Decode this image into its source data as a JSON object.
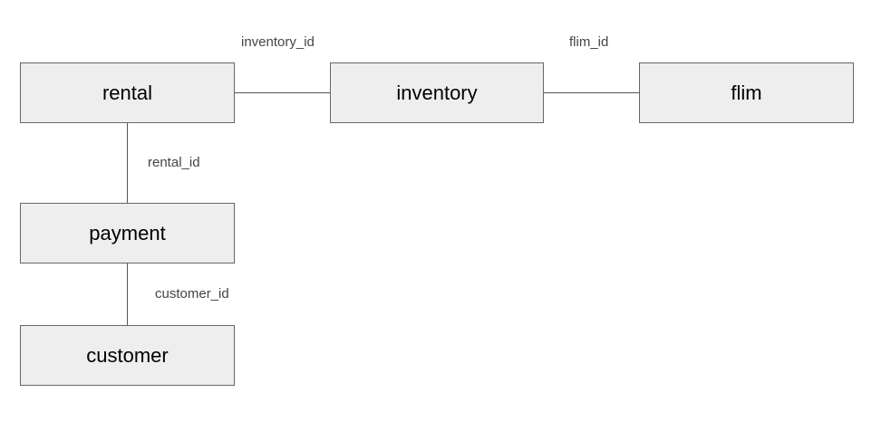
{
  "diagram": {
    "entities": {
      "rental": "rental",
      "inventory": "inventory",
      "flim": "flim",
      "payment": "payment",
      "customer": "customer"
    },
    "relationships": {
      "rental_inventory": "inventory_id",
      "inventory_flim": "flim_id",
      "rental_payment": "rental_id",
      "payment_customer": "customer_id"
    }
  }
}
